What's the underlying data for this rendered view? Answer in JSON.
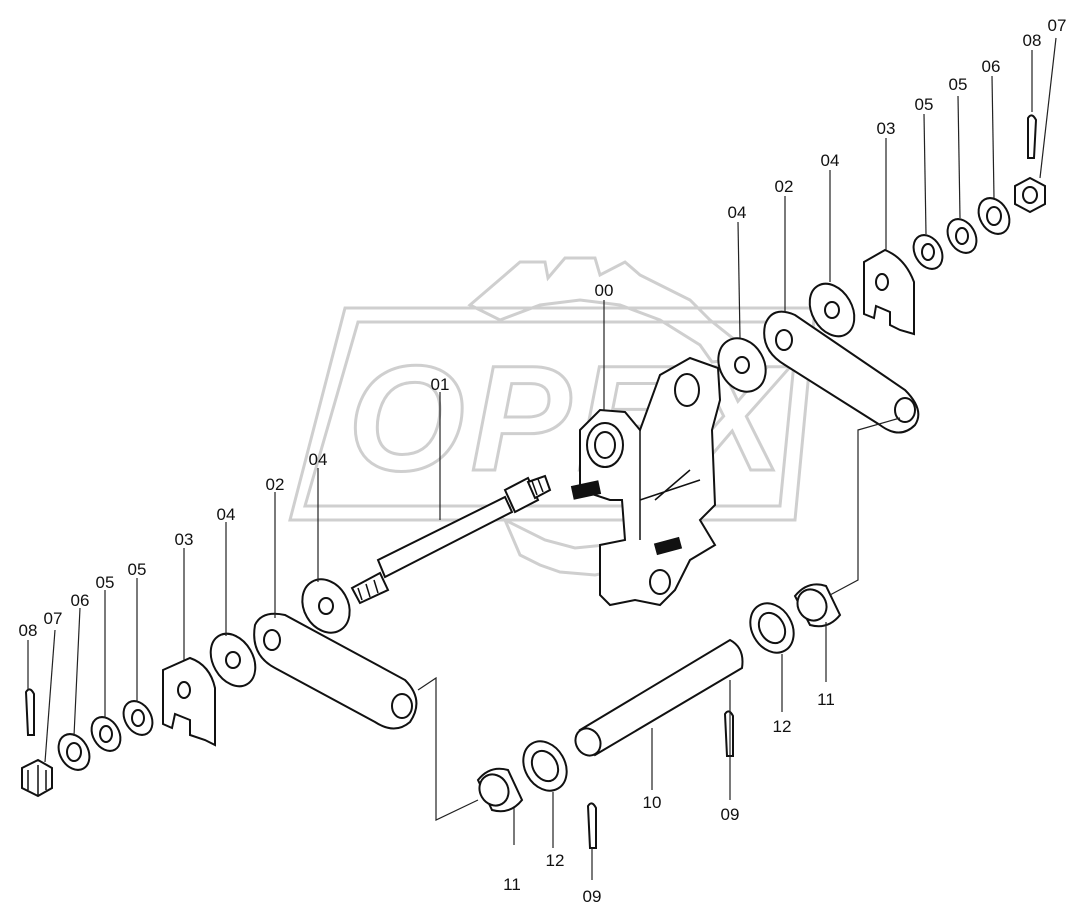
{
  "watermark": {
    "text": "OPEX",
    "color": "#cfcfcf"
  },
  "callouts": [
    {
      "key": "00",
      "text": "00"
    },
    {
      "key": "01",
      "text": "01"
    },
    {
      "key": "02_left",
      "text": "02"
    },
    {
      "key": "02_right",
      "text": "02"
    },
    {
      "key": "03_left",
      "text": "03"
    },
    {
      "key": "03_right",
      "text": "03"
    },
    {
      "key": "04_left_a",
      "text": "04"
    },
    {
      "key": "04_left_b",
      "text": "04"
    },
    {
      "key": "04_right_a",
      "text": "04"
    },
    {
      "key": "04_right_b",
      "text": "04"
    },
    {
      "key": "05_left_a",
      "text": "05"
    },
    {
      "key": "05_left_b",
      "text": "05"
    },
    {
      "key": "05_right_a",
      "text": "05"
    },
    {
      "key": "05_right_b",
      "text": "05"
    },
    {
      "key": "06_left",
      "text": "06"
    },
    {
      "key": "06_right",
      "text": "06"
    },
    {
      "key": "07_left",
      "text": "07"
    },
    {
      "key": "07_right",
      "text": "07"
    },
    {
      "key": "08_left",
      "text": "08"
    },
    {
      "key": "08_right",
      "text": "08"
    },
    {
      "key": "09_bottom",
      "text": "09"
    },
    {
      "key": "09_right",
      "text": "09"
    },
    {
      "key": "10",
      "text": "10"
    },
    {
      "key": "11_bottom",
      "text": "11"
    },
    {
      "key": "11_right",
      "text": "11"
    },
    {
      "key": "12_bottom",
      "text": "12"
    },
    {
      "key": "12_right",
      "text": "12"
    }
  ]
}
